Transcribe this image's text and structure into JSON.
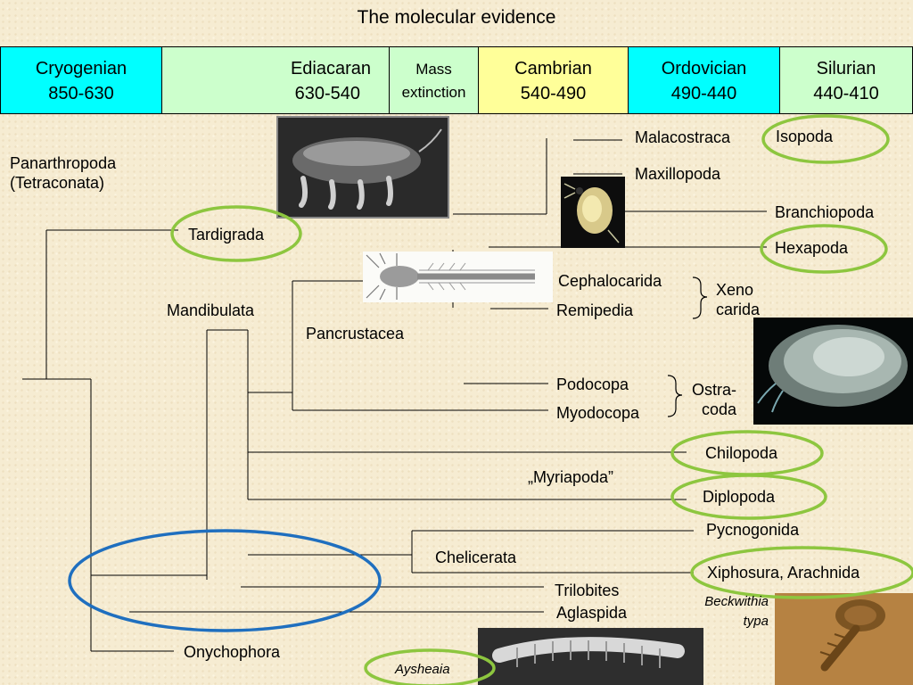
{
  "title": "The molecular evidence",
  "periods": [
    {
      "name": "Cryogenian",
      "range": "850-630",
      "color": "#00ffff"
    },
    {
      "name": "Ediacaran",
      "range": "630-540",
      "color": "#ccffcc"
    },
    {
      "name": "Mass",
      "range": "extinction",
      "color": "#ccffcc"
    },
    {
      "name": "Cambrian",
      "range": "540-490",
      "color": "#ffff99"
    },
    {
      "name": "Ordovician",
      "range": "490-440",
      "color": "#00ffff"
    },
    {
      "name": "Silurian",
      "range": "440-410",
      "color": "#ccffcc"
    }
  ],
  "clades": {
    "panarthropoda_1": "Panarthropoda",
    "panarthropoda_2": "(Tetraconata)",
    "tardigrada": "Tardigrada",
    "mandibulata": "Mandibulata",
    "pancrustacea": "Pancrustacea",
    "myriapoda": "„Myriapoda”",
    "chelicerata": "Chelicerata",
    "onychophora": "Onychophora"
  },
  "taxa": {
    "malacostraca": "Malacostraca",
    "isopoda": "Isopoda",
    "maxillopoda": "Maxillopoda",
    "branchiopoda": "Branchiopoda",
    "hexapoda": "Hexapoda",
    "cephalocarida": "Cephalocarida",
    "remipedia": "Remipedia",
    "xeno_1": "Xeno",
    "xeno_2": "carida",
    "podocopa": "Podocopa",
    "myodocopa": "Myodocopa",
    "ostra_1": "Ostra-",
    "ostra_2": "coda",
    "chilopoda": "Chilopoda",
    "diplopoda": "Diplopoda",
    "pycnogonida": "Pycnogonida",
    "xiphosura": "Xiphosura, Arachnida",
    "trilobites": "Trilobites",
    "aglaspida": "Aglaspida",
    "beckwithia_1": "Beckwithia",
    "beckwithia_2": "typa",
    "aysheaia": "Aysheaia"
  },
  "colors": {
    "highlight_ring": "#8dc63f",
    "blue_ring": "#1f6fbf",
    "line": "#000000"
  }
}
